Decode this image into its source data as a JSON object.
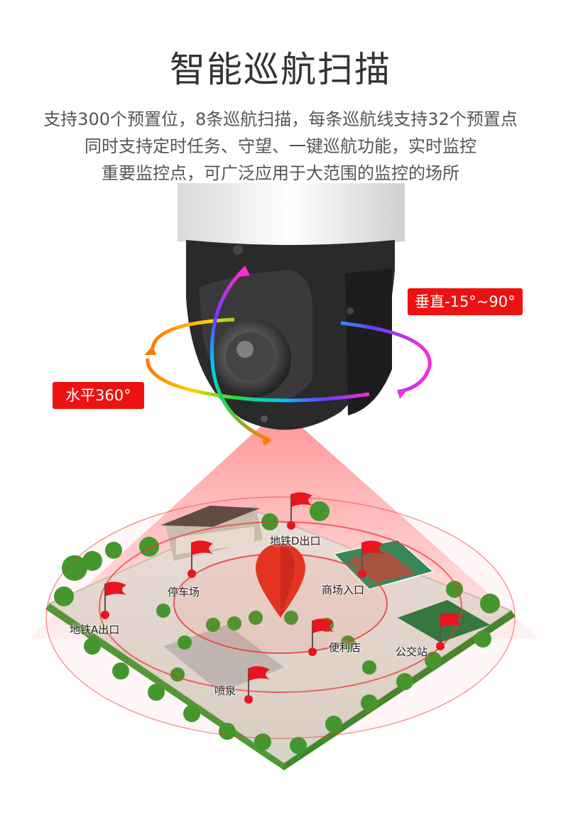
{
  "page": {
    "title": "智能巡航扫描",
    "description_lines": [
      "支持300个预置位，8条巡航扫描，每条巡航线支持32个预置点",
      "同时支持定时任务、守望、一键巡航功能，实时监控",
      "重要监控点，可广泛应用于大范围的监控的场所"
    ]
  },
  "badges": {
    "vertical": "垂直-15°~90°",
    "horizontal": "水平360°"
  },
  "locations": [
    {
      "label": "地铁D出口"
    },
    {
      "label": "停车场"
    },
    {
      "label": "商场入口"
    },
    {
      "label": "地铁A出口"
    },
    {
      "label": "便利店"
    },
    {
      "label": "公交站"
    },
    {
      "label": "喷泉"
    }
  ],
  "colors": {
    "accent_red": "#ee1111",
    "flag_red": "#e8141e",
    "camera_body": "#2a2a2a",
    "dome_white": "#f2f2f2"
  },
  "icons": [
    "flag-icon",
    "map-pin-icon",
    "ptz-camera-icon",
    "rotation-arrow-icon"
  ]
}
